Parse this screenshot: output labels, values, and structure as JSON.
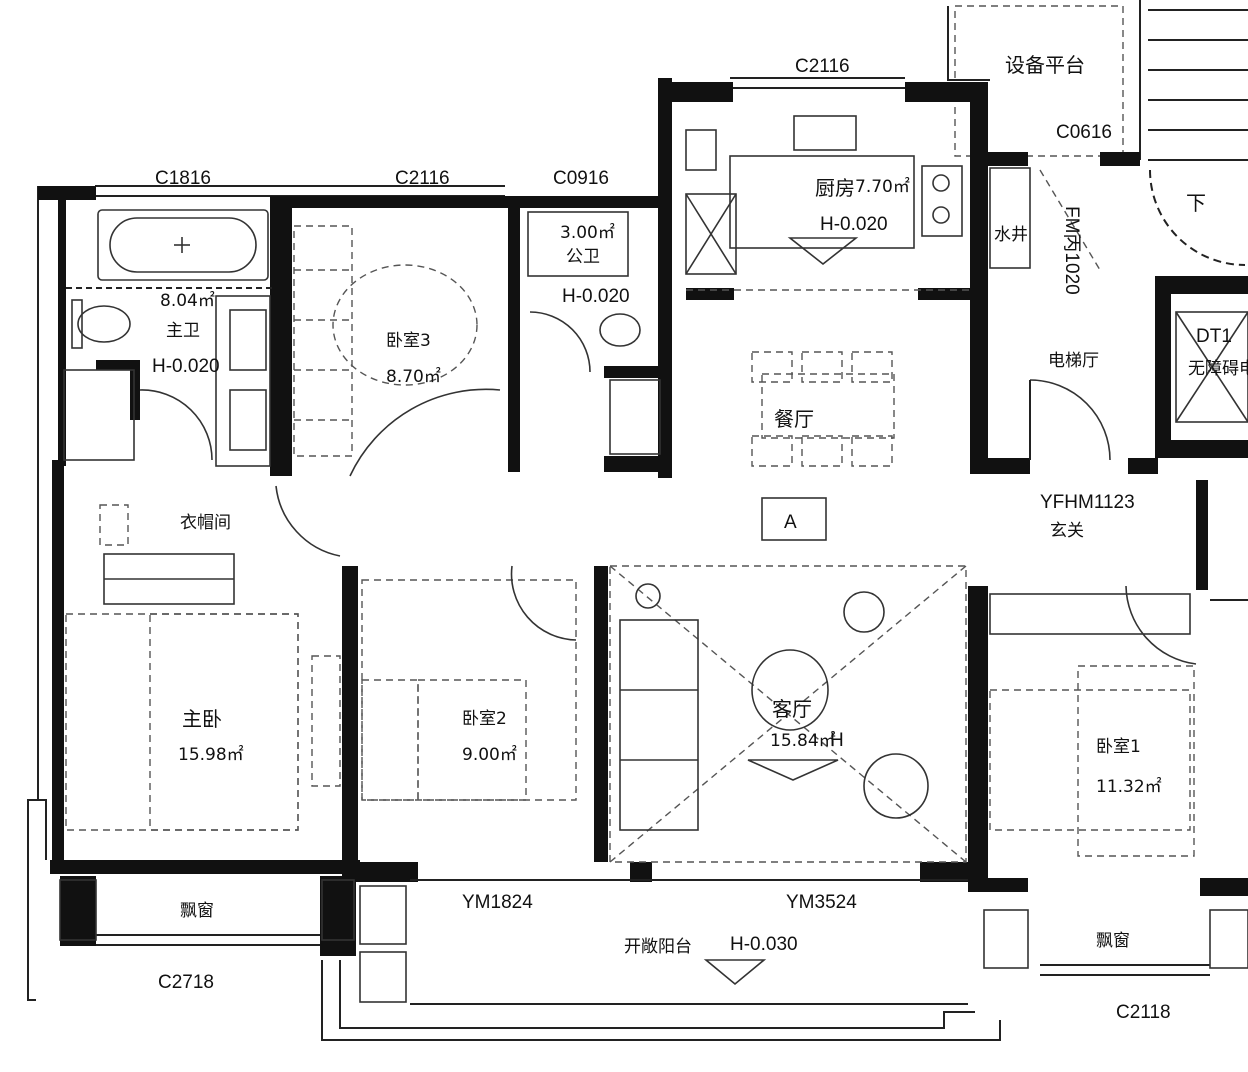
{
  "rooms": {
    "equip_platform": "设备平台",
    "kitchen": "厨房",
    "kitchen_area": "7.70㎡",
    "kitchen_level": "H-0.020",
    "water_well": "水井",
    "elev_hall": "电梯厅",
    "elevator": "无障碍电梯",
    "elevator_code": "DT1",
    "master_bath": "主卫",
    "master_bath_area": "8.04㎡",
    "master_bath_level": "H-0.020",
    "bedroom3": "卧室3",
    "bedroom3_area": "8.70㎡",
    "public_bath": "公卫",
    "public_bath_area": "3.00㎡",
    "public_bath_level": "H-0.020",
    "dining": "餐厅",
    "closet": "衣帽间",
    "entrance": "玄关",
    "entrance_door": "YFHM1123",
    "marker_a": "A",
    "master_bed": "主卧",
    "master_bed_area": "15.98㎡",
    "bedroom2": "卧室2",
    "bedroom2_area": "9.00㎡",
    "living": "客厅",
    "living_area": "15.84㎡",
    "living_h": "H",
    "bedroom1": "卧室1",
    "bedroom1_area": "11.32㎡",
    "bay_left": "飘窗",
    "bay_right": "飘窗",
    "balcony": "开敞阳台",
    "balcony_level": "H-0.030",
    "down": "下",
    "shaft_code": "FM丙1020"
  },
  "codes": {
    "c1816": "C1816",
    "c2116_top": "C2116",
    "c0916": "C0916",
    "c2116_kitchen": "C2116",
    "c0616": "C0616",
    "ym1824": "YM1824",
    "ym3524": "YM3524",
    "c2718": "C2718",
    "c2118": "C2118"
  }
}
